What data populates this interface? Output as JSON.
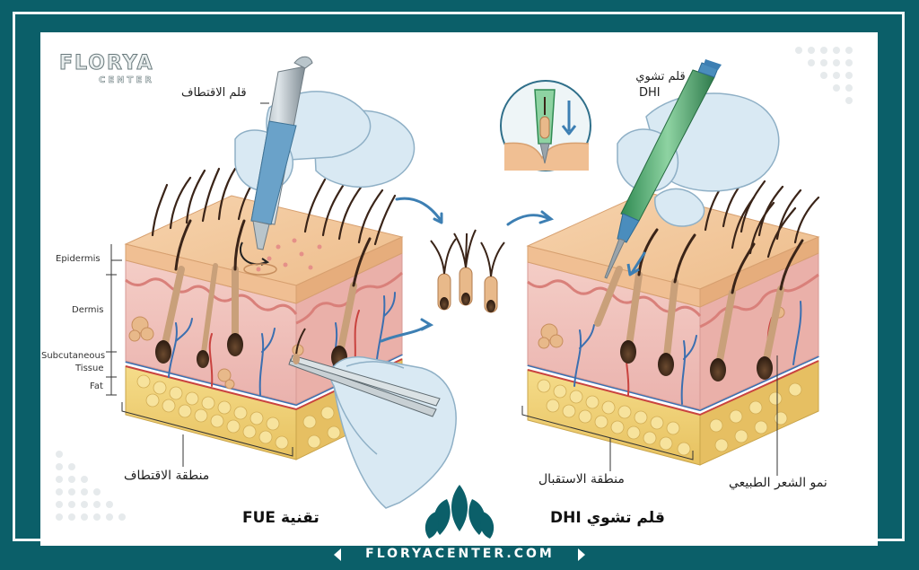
{
  "brand": {
    "name": "FLORYA",
    "sub": "CENTER"
  },
  "labels": {
    "extraction_pen": "قلم الاقتطاف",
    "dhi_pen": "قلم تشوي\nDHI",
    "dhi_pen_line1": "قلم تشوي",
    "dhi_pen_line2": "DHI",
    "donor_area": "منطقة الاقتطاف",
    "recipient_area": "منطقة الاستقبال",
    "natural_growth": "نمو الشعر الطبيعي"
  },
  "layers": {
    "epidermis": "Epidermis",
    "dermis": "Dermis",
    "subcutaneous_1": "Subcutaneous",
    "subcutaneous_2": "Tissue",
    "fat": "Fat"
  },
  "titles": {
    "fue": "تقنية FUE",
    "dhi": "قلم تشوي DHI"
  },
  "footer": {
    "website": "FLORYACENTER.COM"
  },
  "colors": {
    "frame": "#0b5f69",
    "skin_top": "#f3c9a0",
    "dermis": "#f2c3c0",
    "fat": "#f1d67a",
    "vessel_blue": "#3b6fb0",
    "vessel_red": "#c9433f",
    "glove": "#d9e9f3",
    "pen_green": "#4aa56a",
    "pen_blue": "#4a8dbd",
    "arrow": "#3d7fb3",
    "hair": "#3a2418"
  },
  "icons": [
    "fue-punch-pen-icon",
    "dhi-implanter-pen-icon",
    "tweezers-icon",
    "glove-hand-icon",
    "hair-graft-icon",
    "curved-arrow-icon",
    "lotus-logo-icon"
  ]
}
